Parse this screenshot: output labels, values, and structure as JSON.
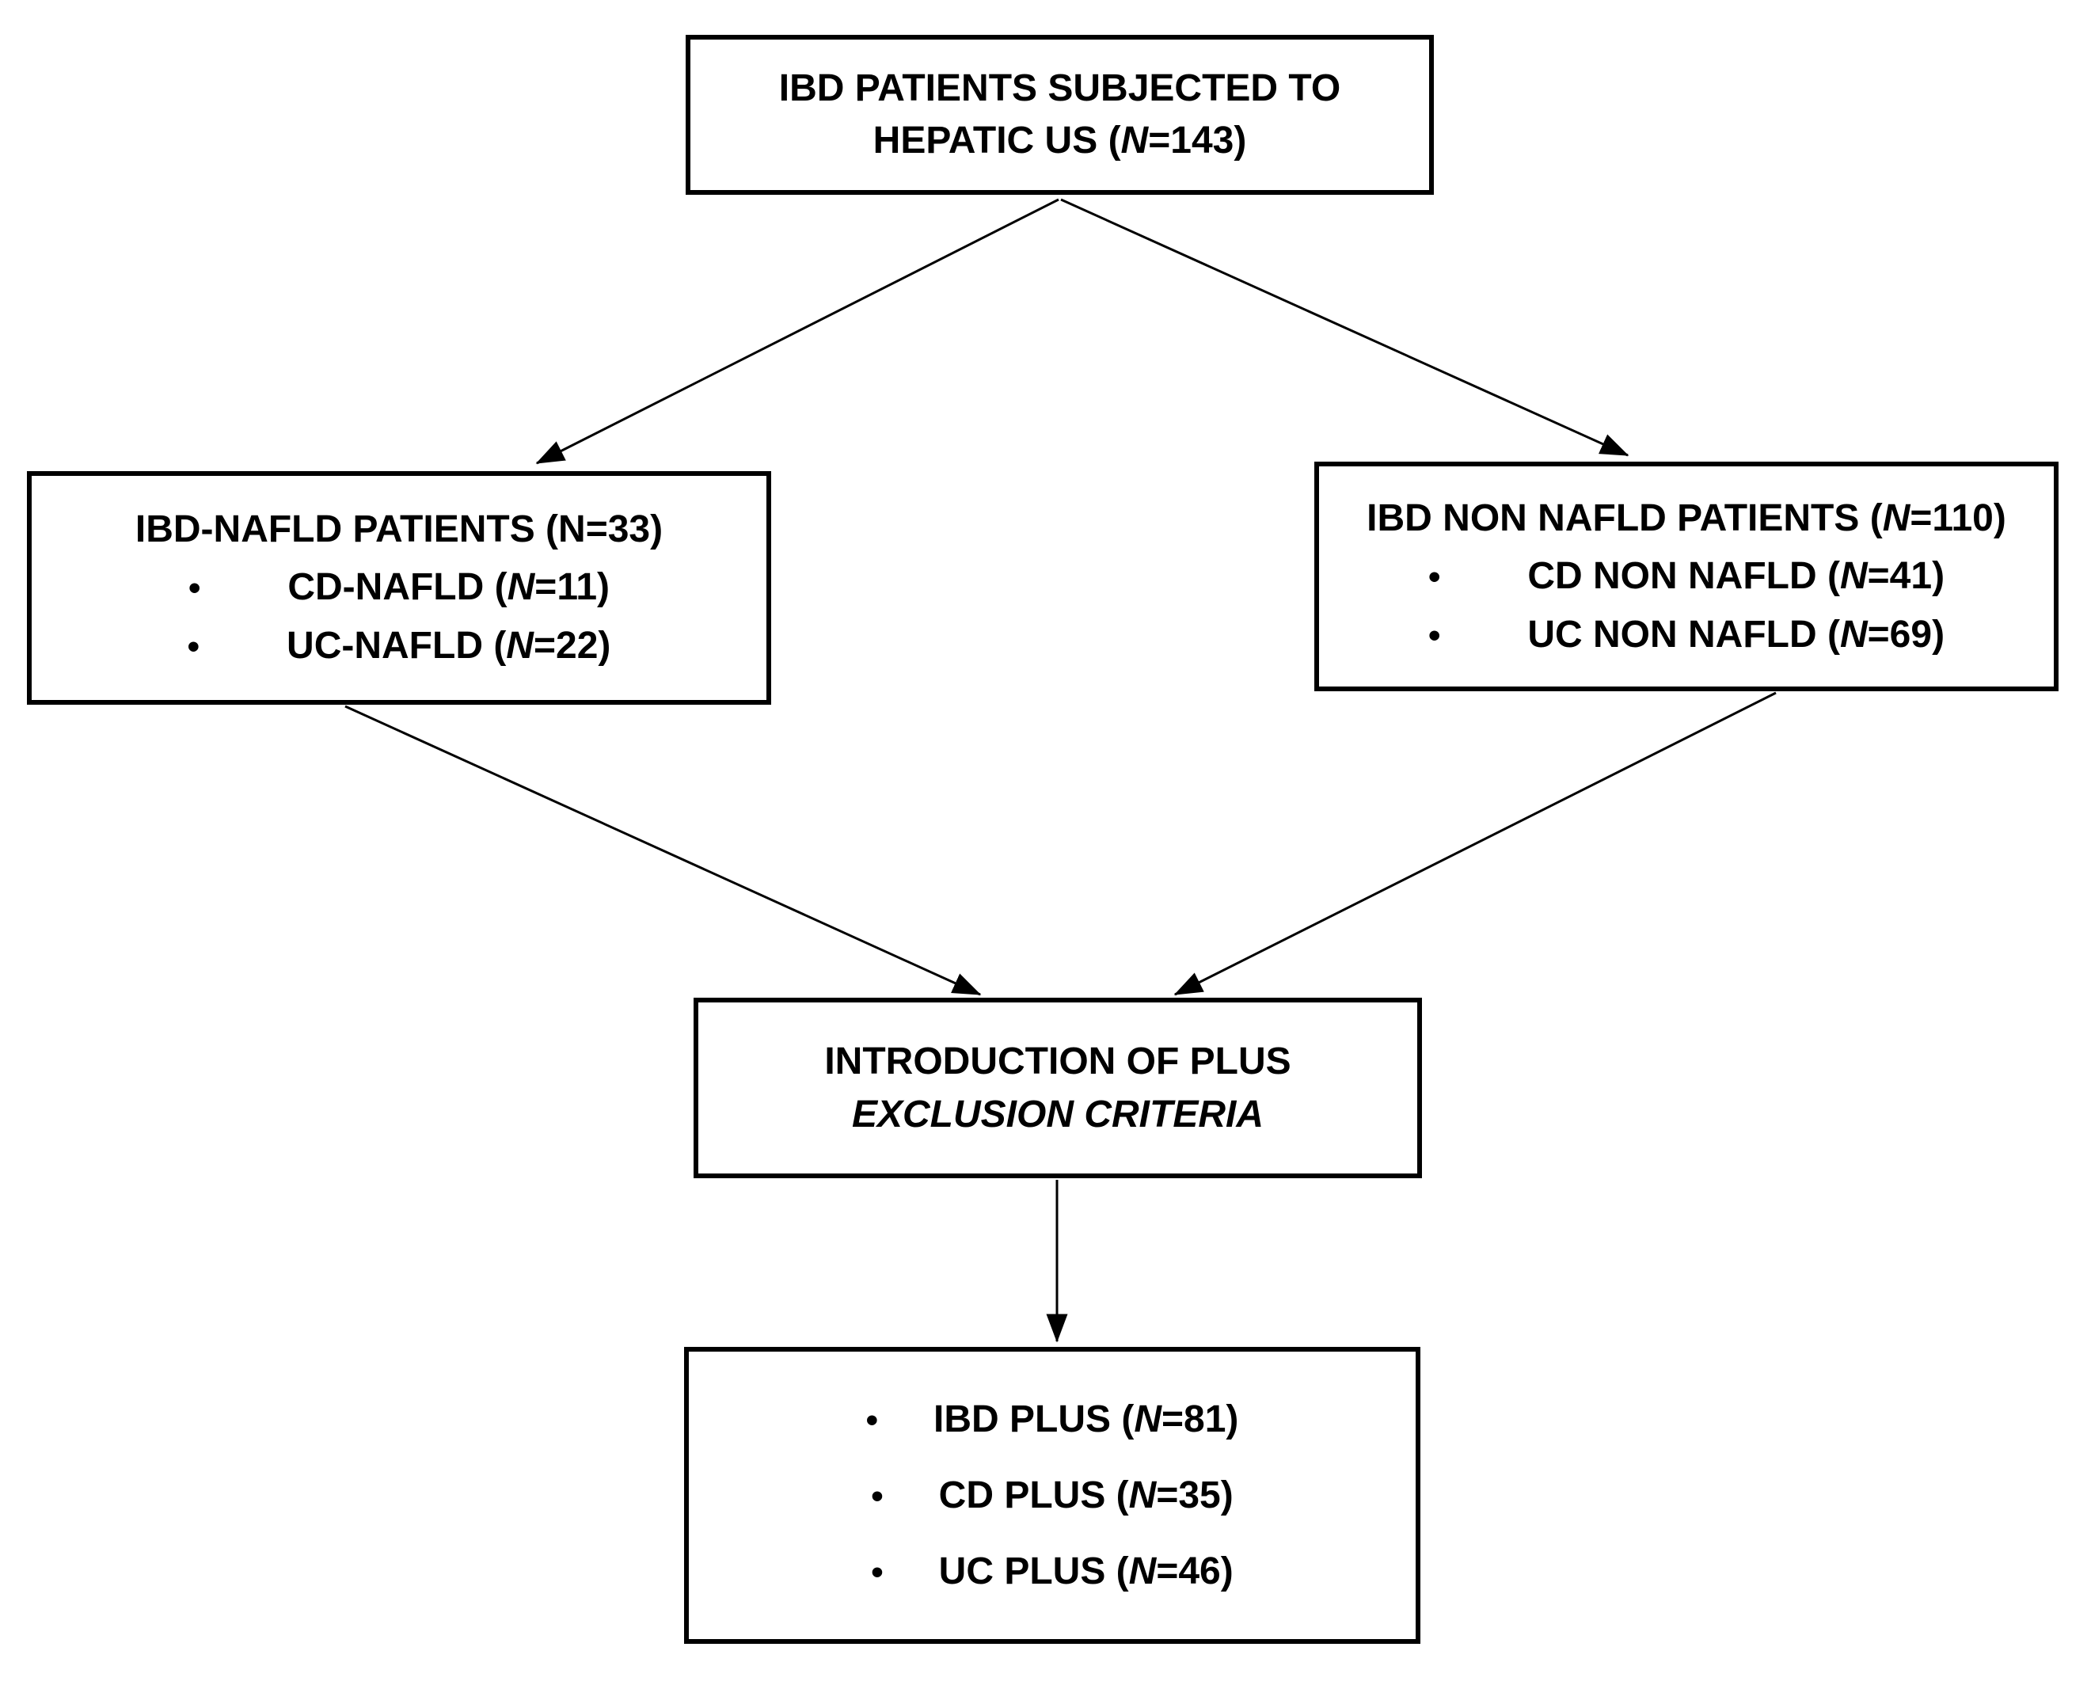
{
  "bullet": "•",
  "colors": {
    "box_border": "#000000",
    "text": "#000000",
    "background": "#ffffff",
    "arrow": "#000000"
  },
  "boxes": {
    "root": {
      "line1": "IBD PATIENTS SUBJECTED TO",
      "line2_pre": "HEPATIC US (",
      "line2_italic": "N",
      "line2_post": "=143)"
    },
    "ibd_nafld": {
      "title": "IBD-NAFLD PATIENTS (N=33)",
      "bullets": [
        {
          "pre": "CD-NAFLD (",
          "italic": "N",
          "post": "=11)"
        },
        {
          "pre": "UC-NAFLD (",
          "italic": "N",
          "post": "=22)"
        }
      ]
    },
    "ibd_non_nafld": {
      "title_pre": "IBD NON NAFLD PATIENTS (",
      "title_italic": "N",
      "title_post": "=110)",
      "bullets": [
        {
          "pre": "CD NON NAFLD (",
          "italic": "N",
          "post": "=41)"
        },
        {
          "pre": "UC NON NAFLD (",
          "italic": "N",
          "post": "=69)"
        }
      ]
    },
    "exclusion": {
      "line1": "INTRODUCTION OF PLUS",
      "line2": "EXCLUSION CRITERIA"
    },
    "plus": {
      "bullets": [
        {
          "pre": "IBD PLUS (",
          "italic": "N",
          "post": "=81)"
        },
        {
          "pre": "CD PLUS (",
          "italic": "N",
          "post": "=35)"
        },
        {
          "pre": "UC PLUS (",
          "italic": "N",
          "post": "=46)"
        }
      ]
    }
  }
}
